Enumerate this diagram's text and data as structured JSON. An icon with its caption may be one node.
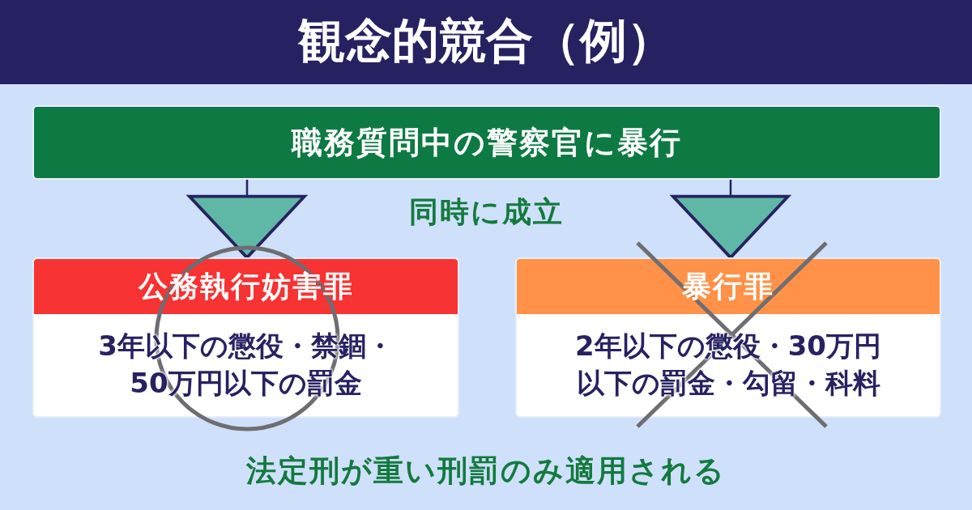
{
  "diagram": {
    "title": "観念的競合（例）",
    "nodes": [
      {
        "text": [
          "職務質問中の警察官に暴行"
        ]
      },
      {
        "text": [
          "公務執行妨害罪",
          "3年以下の懲役・禁錮・50万円以下の罰金"
        ]
      },
      {
        "text": [
          "暴行罪",
          "2年以下の懲役・30万円以下の罰金・勾留・科料"
        ]
      }
    ],
    "edges": [
      {
        "from": 0,
        "to": 1,
        "arrow": "to"
      },
      {
        "from": 0,
        "to": 2,
        "arrow": "to"
      }
    ],
    "labels": [
      "同時に成立",
      "法定刑が重い刑罰のみ適用される"
    ]
  }
}
